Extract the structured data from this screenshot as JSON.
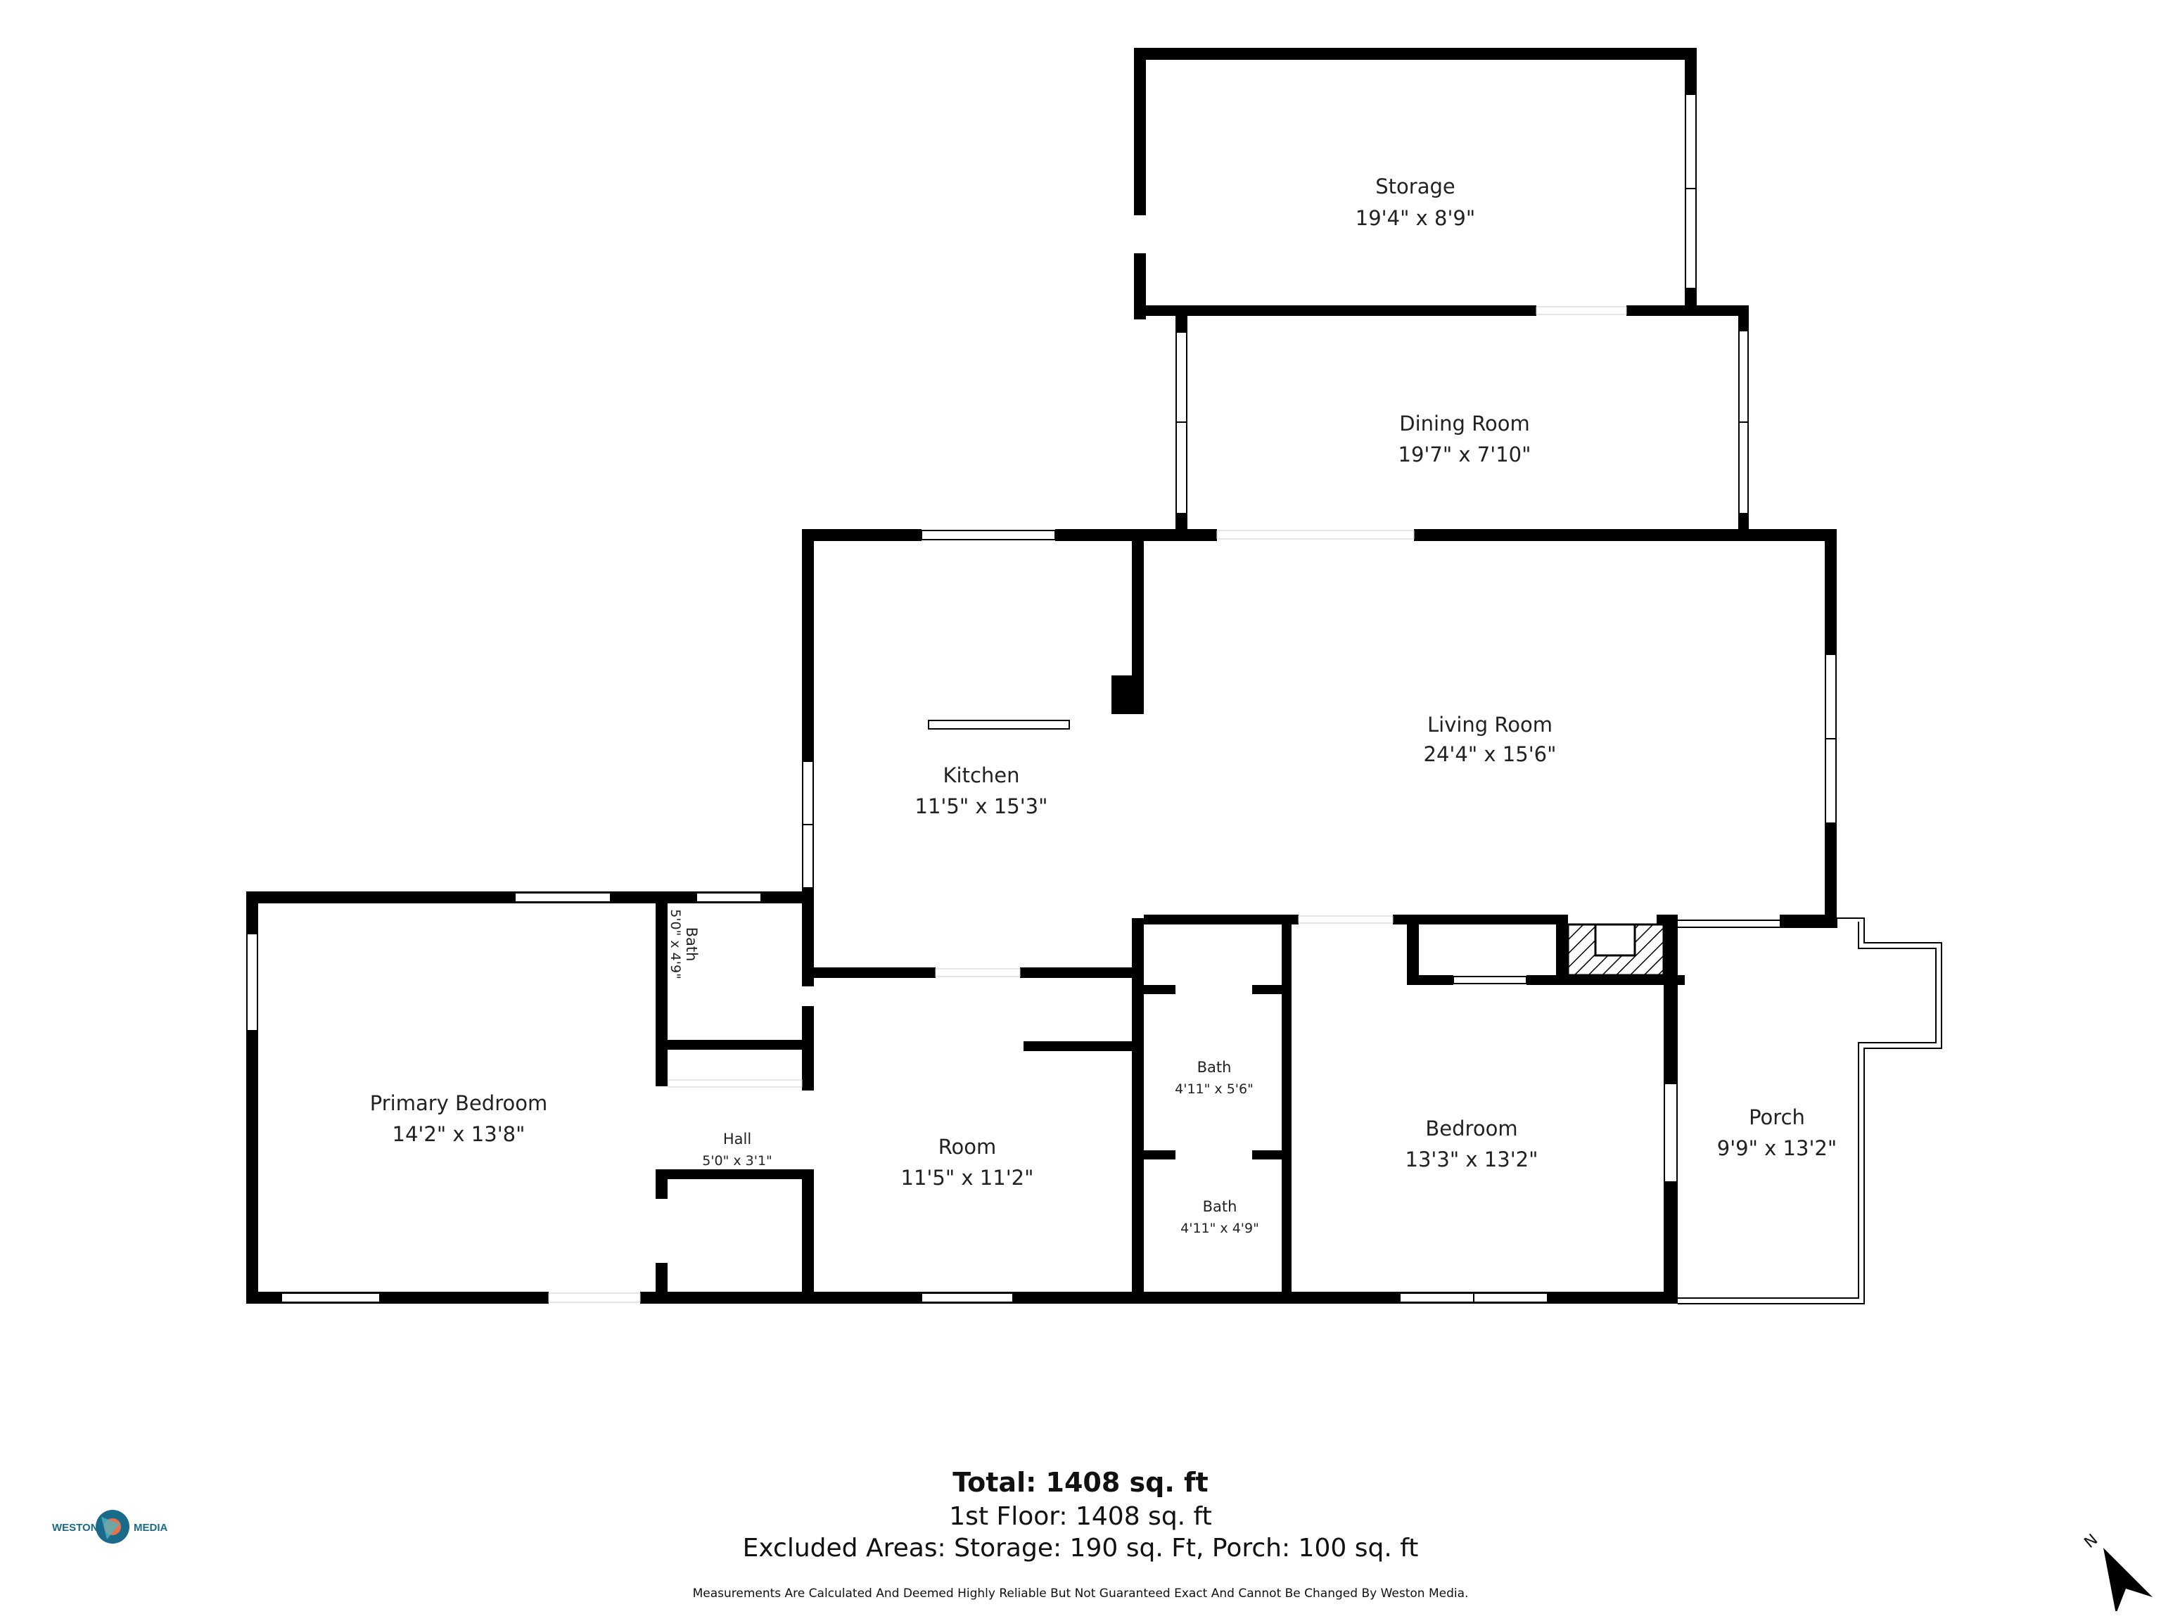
{
  "rooms": {
    "storage": {
      "name": "Storage",
      "dim": "19'4\" x 8'9\""
    },
    "dining": {
      "name": "Dining Room",
      "dim": "19'7\" x 7'10\""
    },
    "living": {
      "name": "Living Room",
      "dim": "24'4\" x 15'6\""
    },
    "kitchen": {
      "name": "Kitchen",
      "dim": "11'5\" x 15'3\""
    },
    "primary": {
      "name": "Primary Bedroom",
      "dim": "14'2\" x 13'8\""
    },
    "bath_small": {
      "name": "Bath",
      "dim": "5'0\" x 4'9\""
    },
    "hall": {
      "name": "Hall",
      "dim": "5'0\" x 3'1\""
    },
    "room": {
      "name": "Room",
      "dim": "11'5\" x 11'2\""
    },
    "bath1": {
      "name": "Bath",
      "dim": "4'11\" x 5'6\""
    },
    "bath2": {
      "name": "Bath",
      "dim": "4'11\" x 4'9\""
    },
    "bedroom": {
      "name": "Bedroom",
      "dim": "13'3\" x 13'2\""
    },
    "porch": {
      "name": "Porch",
      "dim": "9'9\" x 13'2\""
    }
  },
  "summary": {
    "total": "Total: 1408 sq. ft",
    "floor": "1st Floor: 1408 sq. ft",
    "excluded": "Excluded Areas: Storage: 190 sq. Ft, Porch: 100 sq. ft",
    "disclaimer": "Measurements Are Calculated And Deemed Highly Reliable But Not Guaranteed Exact And Cannot Be Changed By Weston Media."
  },
  "logo": {
    "left": "WESTON",
    "right": "MEDIA"
  },
  "compass": {
    "label": "N"
  },
  "colors": {
    "wall": "#000000",
    "window": "#ffffff",
    "hatch": "#000000",
    "logo": "#1a6b8a",
    "logo_accent": "#e8734a"
  }
}
